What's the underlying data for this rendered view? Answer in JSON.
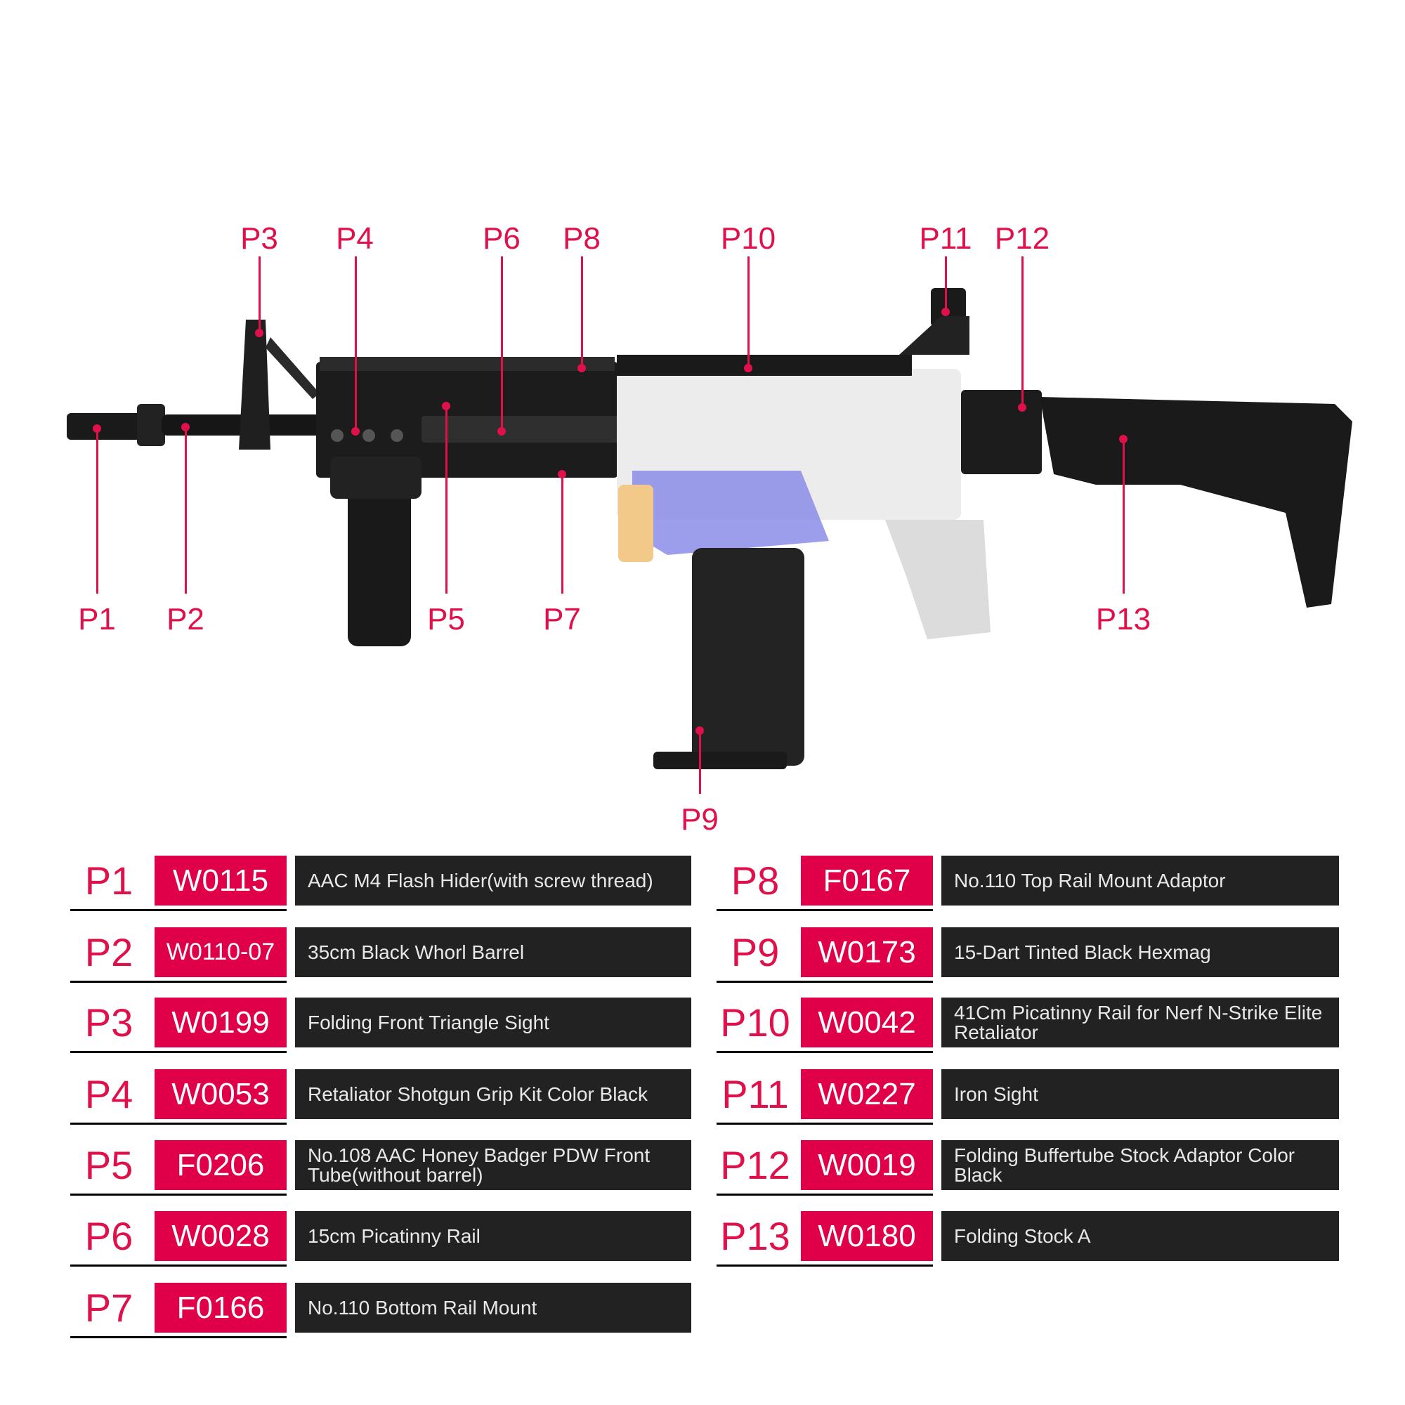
{
  "accent_color": "#e0004a",
  "desc_bg_color": "#222222",
  "callouts": [
    {
      "id": "P1",
      "label": "P1"
    },
    {
      "id": "P2",
      "label": "P2"
    },
    {
      "id": "P3",
      "label": "P3"
    },
    {
      "id": "P4",
      "label": "P4"
    },
    {
      "id": "P5",
      "label": "P5"
    },
    {
      "id": "P6",
      "label": "P6"
    },
    {
      "id": "P7",
      "label": "P7"
    },
    {
      "id": "P8",
      "label": "P8"
    },
    {
      "id": "P9",
      "label": "P9"
    },
    {
      "id": "P10",
      "label": "P10"
    },
    {
      "id": "P11",
      "label": "P11"
    },
    {
      "id": "P12",
      "label": "P12"
    },
    {
      "id": "P13",
      "label": "P13"
    }
  ],
  "parts": [
    {
      "label": "P1",
      "code": "W0115",
      "description": "AAC M4 Flash Hider(with screw thread)"
    },
    {
      "label": "P2",
      "code": "W0110-07",
      "description": "35cm Black Whorl Barrel"
    },
    {
      "label": "P3",
      "code": "W0199",
      "description": "Folding Front Triangle Sight"
    },
    {
      "label": "P4",
      "code": "W0053",
      "description": "Retaliator Shotgun Grip Kit Color Black"
    },
    {
      "label": "P5",
      "code": "F0206",
      "description": "No.108 AAC Honey Badger PDW Front Tube(without barrel)"
    },
    {
      "label": "P6",
      "code": "W0028",
      "description": "15cm Picatinny Rail"
    },
    {
      "label": "P7",
      "code": "F0166",
      "description": "No.110 Bottom Rail Mount"
    },
    {
      "label": "P8",
      "code": "F0167",
      "description": "No.110 Top Rail Mount Adaptor"
    },
    {
      "label": "P9",
      "code": "W0173",
      "description": "15-Dart Tinted Black Hexmag"
    },
    {
      "label": "P10",
      "code": "W0042",
      "description": "41Cm Picatinny Rail for Nerf N-Strike Elite Retaliator"
    },
    {
      "label": "P11",
      "code": "W0227",
      "description": "Iron Sight"
    },
    {
      "label": "P12",
      "code": "W0019",
      "description": "Folding Buffertube Stock Adaptor Color Black"
    },
    {
      "label": "P13",
      "code": "W0180",
      "description": "Folding Stock A"
    }
  ]
}
